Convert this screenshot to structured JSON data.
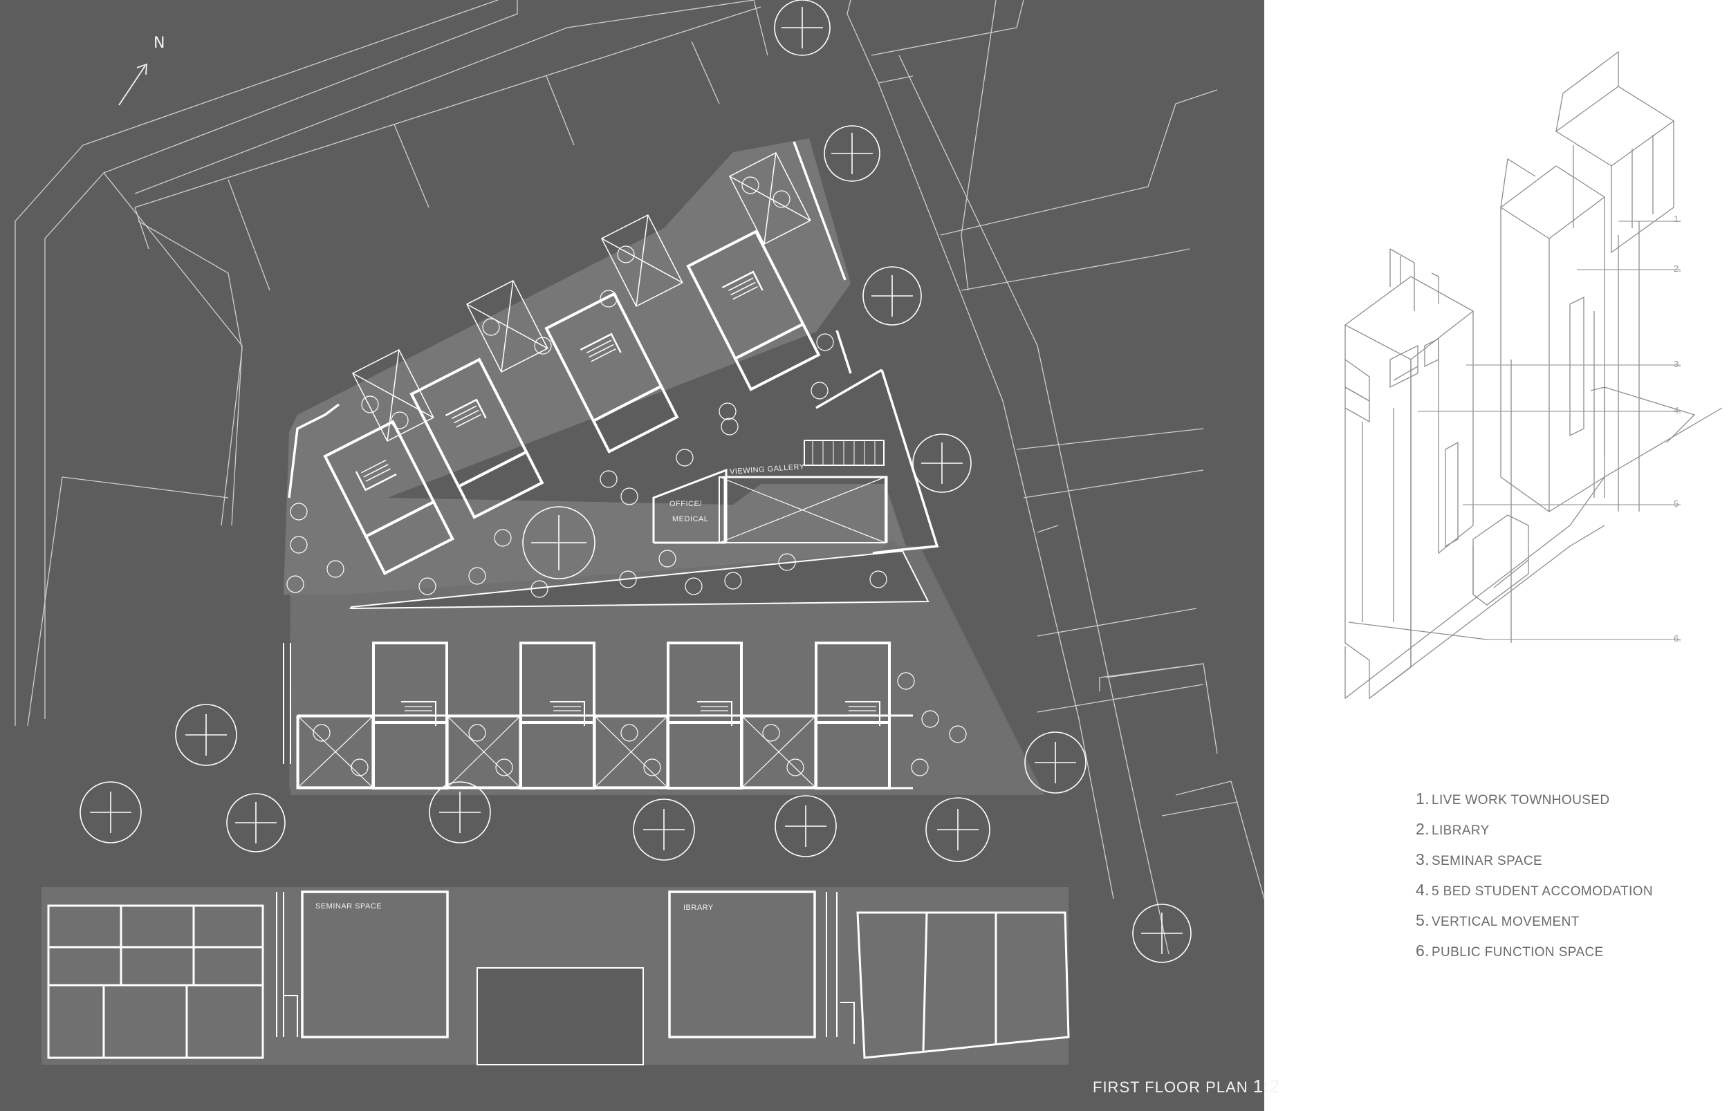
{
  "north_label": "N",
  "plan_title": {
    "text": "FIRST FLOOR PLAN",
    "scale": "1:200"
  },
  "room_labels": {
    "viewing_gallery": "VIEWING GALLERY",
    "office_medical_line1": "OFFICE/",
    "office_medical_line2": "MEDICAL",
    "seminar_space": "SEMINAR SPACE",
    "library": "IBRARY"
  },
  "axo_keys": [
    "1.",
    "2.",
    "3.",
    "4.",
    "5",
    "6."
  ],
  "legend": [
    {
      "number": "1.",
      "text": "LIVE WORK TOWNHOUSED"
    },
    {
      "number": "2.",
      "text": "LIBRARY"
    },
    {
      "number": "3.",
      "text": "SEMINAR SPACE"
    },
    {
      "number": "4.",
      "text": "5 BED STUDENT ACCOMODATION"
    },
    {
      "number": "5.",
      "text": "VERTICAL MOVEMENT"
    },
    {
      "number": "6.",
      "text": "PUBLIC FUNCTION SPACE"
    }
  ],
  "colors": {
    "plan_background": "#5d5d5d",
    "courtyard_fill": "#7a7a7a",
    "wall_line": "#ffffff",
    "context_line": "#cfcfcf",
    "axo_line": "#8c8c8c",
    "legend_text": "#6a6a6a"
  }
}
